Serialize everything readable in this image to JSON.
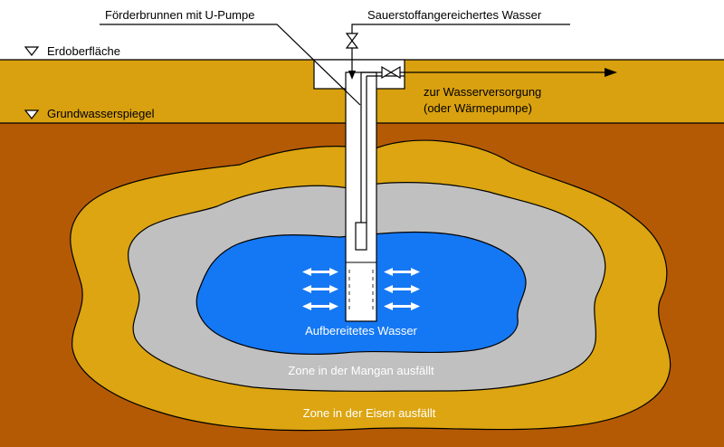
{
  "labels": {
    "well": "Förderbrunnen mit U-Pumpe",
    "oxygen_water": "Sauerstoffangereichertes Wasser",
    "surface": "Erdoberfläche",
    "groundwater_level": "Grundwasserspiegel",
    "supply_line1": "zur Wasserversorgung",
    "supply_line2": "(oder Wärmepumpe)",
    "treated_water": "Aufbereitetes Wasser",
    "manganese_zone": "Zone in der Mangan ausfällt",
    "iron_zone": "Zone in der Eisen ausfällt"
  },
  "colors": {
    "soil_top": "#d9a10f",
    "soil_deep": "#b45a05",
    "iron_zone": "#dca511",
    "manganese_zone": "#c0c0c0",
    "treated_water": "#1478f5",
    "well": "#ffffff",
    "line": "#000000"
  }
}
